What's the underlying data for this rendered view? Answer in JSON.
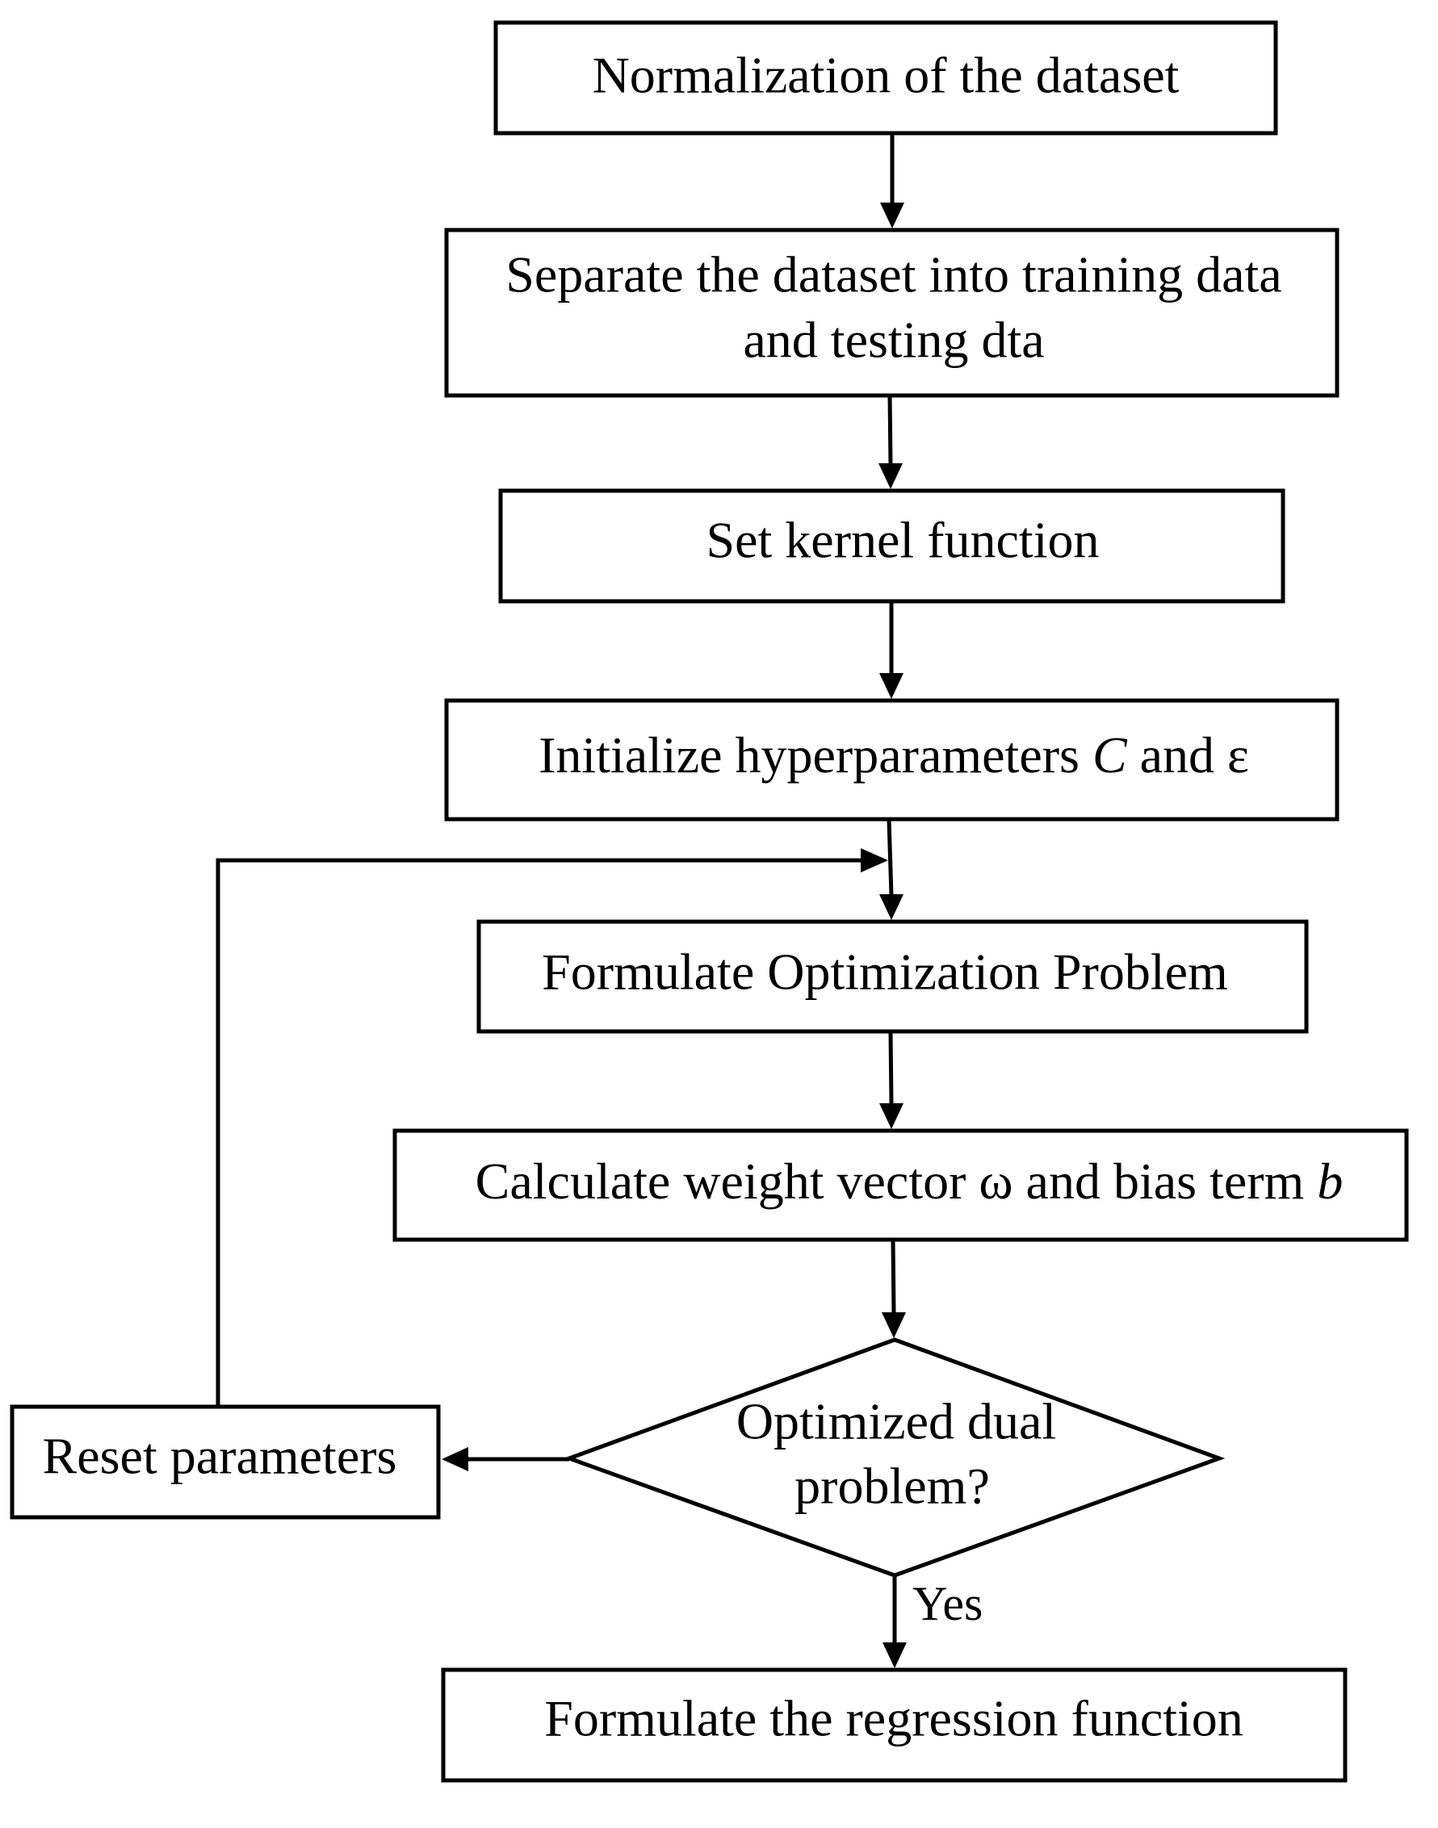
{
  "nodes": {
    "normalize": "Normalization of the dataset",
    "separate_line1": "Separate the dataset into training data",
    "separate_line2": "and testing dta",
    "kernel": "Set kernel function",
    "init_prefix": "Initialize hyperparameters ",
    "init_c": "C",
    "init_suffix": " and ε",
    "formulate": "Formulate Optimization Problem",
    "calc_prefix": "Calculate weight vector ω and bias term ",
    "calc_b": "b",
    "decision_line1": "Optimized dual",
    "decision_line2": "problem?",
    "reset": "Reset parameters",
    "final": "Formulate the regression function"
  },
  "edge_labels": {
    "yes": "Yes"
  }
}
